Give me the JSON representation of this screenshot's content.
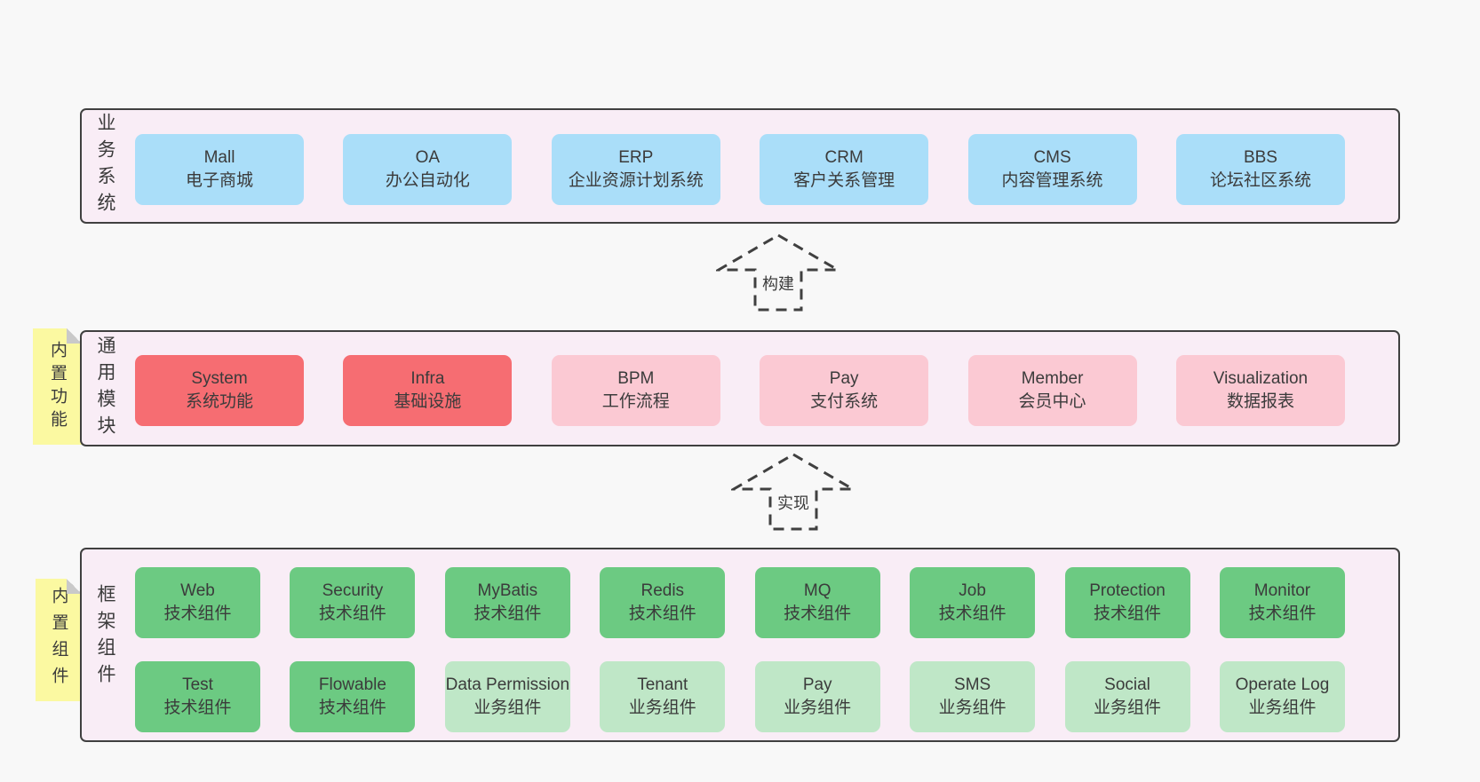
{
  "colors": {
    "page_background": "#f8f8f8",
    "band_background": "#f9edf6",
    "band_border": "#404040",
    "blue_box": "#aadef9",
    "red_box": "#f66d72",
    "pink_box": "#fbc9d3",
    "green_box": "#6cca82",
    "light_green_box": "#bfe7c7",
    "sticky_yellow": "#fbf9a1",
    "sticky_fold_gray": "#c9c9c9",
    "text": "#3b3b3b"
  },
  "arrows": {
    "build": "构建",
    "implement": "实现"
  },
  "business": {
    "label": "业务系统",
    "boxes": [
      {
        "en": "Mall",
        "zh": "电子商城"
      },
      {
        "en": "OA",
        "zh": "办公自动化"
      },
      {
        "en": "ERP",
        "zh": "企业资源计划系统"
      },
      {
        "en": "CRM",
        "zh": "客户关系管理"
      },
      {
        "en": "CMS",
        "zh": "内容管理系统"
      },
      {
        "en": "BBS",
        "zh": "论坛社区系统"
      }
    ]
  },
  "common": {
    "label": "通用模块",
    "sticky": "内置功能",
    "boxes": [
      {
        "en": "System",
        "zh": "系统功能"
      },
      {
        "en": "Infra",
        "zh": "基础设施"
      },
      {
        "en": "BPM",
        "zh": "工作流程"
      },
      {
        "en": "Pay",
        "zh": "支付系统"
      },
      {
        "en": "Member",
        "zh": "会员中心"
      },
      {
        "en": "Visualization",
        "zh": "数据报表"
      }
    ]
  },
  "framework": {
    "label": "框架组件",
    "sticky": "内置组件",
    "row1": [
      {
        "en": "Web",
        "zh": "技术组件"
      },
      {
        "en": "Security",
        "zh": "技术组件"
      },
      {
        "en": "MyBatis",
        "zh": "技术组件"
      },
      {
        "en": "Redis",
        "zh": "技术组件"
      },
      {
        "en": "MQ",
        "zh": "技术组件"
      },
      {
        "en": "Job",
        "zh": "技术组件"
      },
      {
        "en": "Protection",
        "zh": "技术组件"
      },
      {
        "en": "Monitor",
        "zh": "技术组件"
      }
    ],
    "row2": [
      {
        "en": "Test",
        "zh": "技术组件"
      },
      {
        "en": "Flowable",
        "zh": "技术组件"
      },
      {
        "en": "Data Permission",
        "zh": "业务组件"
      },
      {
        "en": "Tenant",
        "zh": "业务组件"
      },
      {
        "en": "Pay",
        "zh": "业务组件"
      },
      {
        "en": "SMS",
        "zh": "业务组件"
      },
      {
        "en": "Social",
        "zh": "业务组件"
      },
      {
        "en": "Operate Log",
        "zh": "业务组件"
      }
    ]
  }
}
